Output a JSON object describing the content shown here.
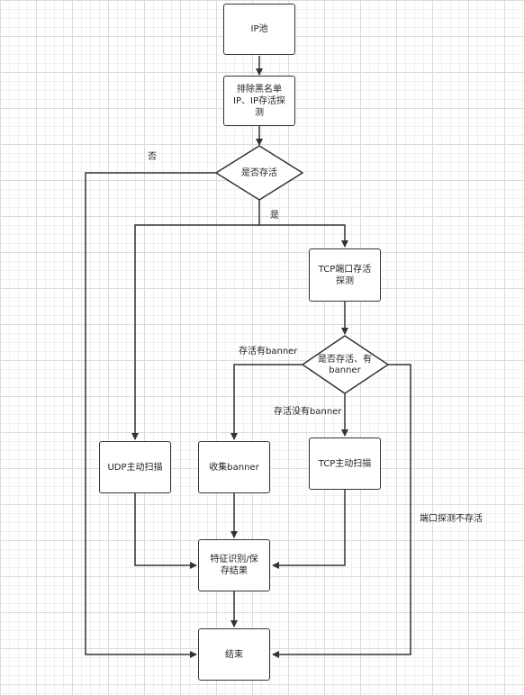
{
  "nodes": {
    "ip_pool": "IP池",
    "exclude": "排除黑名单\nIP、IP存活探\n测",
    "is_alive": "是否存活",
    "tcp_alive": "TCP端口存活\n探测",
    "alive_banner": "是否存活、有\nbanner",
    "udp_scan": "UDP主动扫描",
    "collect_banner": "收集banner",
    "tcp_scan": "TCP主动扫描",
    "identify": "特征识别/保\n存结果",
    "end": "结束"
  },
  "edge_labels": {
    "no": "否",
    "yes": "是",
    "alive_with_banner": "存活有banner",
    "alive_without_banner": "存活没有banner",
    "port_not_alive": "端口探测不存活"
  }
}
